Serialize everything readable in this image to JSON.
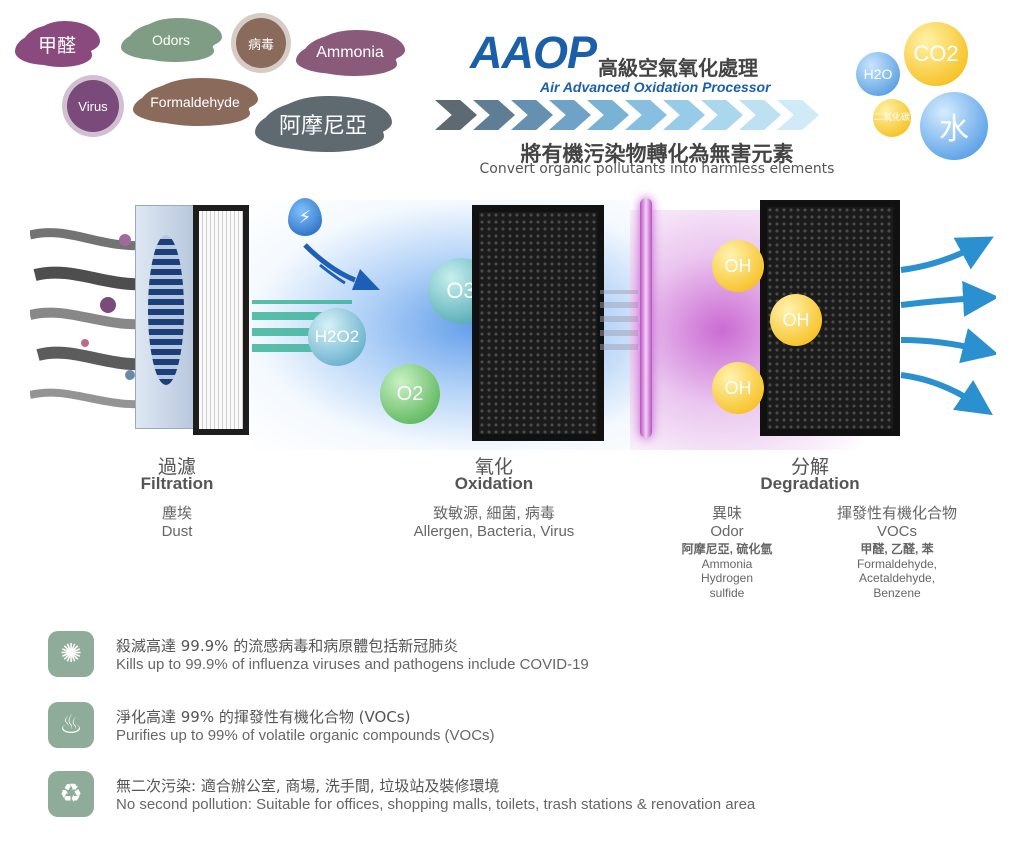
{
  "colors": {
    "accent_blue": "#1a5fa8",
    "cloud_purple": "#8a4a7d",
    "cloud_green": "#7f9c84",
    "cloud_brown": "#8a6a5a",
    "cloud_gray": "#66727a",
    "feature_icon_bg": "#8fac9a",
    "oh_yellow": "#f4b400",
    "o3_teal": "#4aa9b5",
    "o2_green": "#5cb85c"
  },
  "pollutants": [
    {
      "label": "甲醛",
      "shape": "cloud",
      "color": "#8a4a7d"
    },
    {
      "label": "Odors",
      "shape": "cloud",
      "color": "#7f9c84"
    },
    {
      "label": "病毒",
      "shape": "virus",
      "color": "#8a6a5a"
    },
    {
      "label": "Ammonia",
      "shape": "cloud",
      "color": "#8a5a7a"
    },
    {
      "label": "Virus",
      "shape": "virus",
      "color": "#7a4a7a"
    },
    {
      "label": "Formaldehyde",
      "shape": "cloud",
      "color": "#8a6a5a"
    },
    {
      "label": "阿摩尼亞",
      "shape": "cloud",
      "color": "#5f6a70"
    }
  ],
  "header": {
    "title": "AAOP",
    "title_cn": "高級空氣氧化處理",
    "subtitle_en": "Air Advanced Oxidation Processor",
    "convert_cn": "將有機污染物轉化為無害元素",
    "convert_en": "Convert organic pollutants into harmless elements"
  },
  "outputs": [
    {
      "label": "H2O"
    },
    {
      "label": "CO2"
    },
    {
      "label": "二氧化碳"
    },
    {
      "label": "水"
    }
  ],
  "molecules": {
    "h2o2": "H2O2",
    "o3": "O3",
    "o2": "O2",
    "oh": [
      "OH",
      "OH",
      "OH"
    ]
  },
  "stages": [
    {
      "cn": "過濾",
      "en": "Filtration",
      "sub": [
        {
          "cn": "塵埃",
          "en": "Dust"
        }
      ]
    },
    {
      "cn": "氧化",
      "en": "Oxidation",
      "sub": [
        {
          "cn": "致敏源, 細菌, 病毒",
          "en": "Allergen, Bacteria, Virus"
        }
      ]
    },
    {
      "cn": "分解",
      "en": "Degradation",
      "sub": [
        {
          "cn": "異味",
          "en": "Odor",
          "detail_cn": "阿摩尼亞, 硫化氫",
          "detail_en": "Ammonia\nHydrogen\nsulfide"
        },
        {
          "cn": "揮發性有機化合物",
          "en": "VOCs",
          "detail_cn": "甲醛, 乙醛, 苯",
          "detail_en": "Formaldehyde,\nAcetaldehyde,\nBenzene"
        }
      ]
    }
  ],
  "features": [
    {
      "icon": "virus-icon",
      "cn": "殺滅高達 99.9% 的流感病毒和病原體包括新冠肺炎",
      "en": "Kills up to 99.9% of influenza viruses and pathogens include COVID-19"
    },
    {
      "icon": "fumes-icon",
      "cn": "淨化高達 99% 的揮發性有機化合物 (VOCs)",
      "en": "Purifies up to 99% of volatile organic compounds (VOCs)"
    },
    {
      "icon": "recycle-icon",
      "cn": "無二次污染: 適合辦公室, 商場, 洗手間, 垃圾站及裝修環境",
      "en": "No second pollution: Suitable for offices, shopping malls, toilets, trash stations & renovation area"
    }
  ]
}
